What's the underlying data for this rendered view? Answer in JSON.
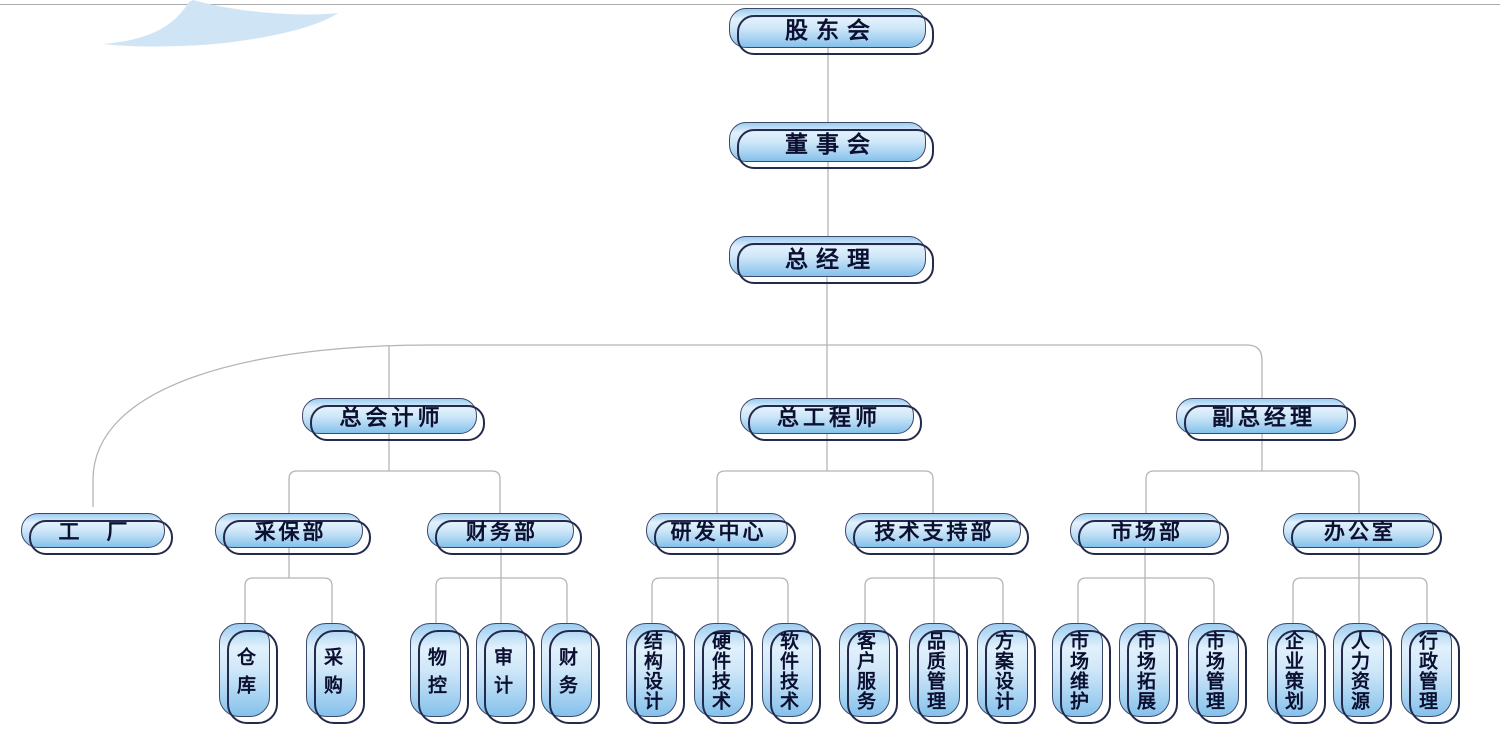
{
  "page": {
    "background": "#ffffff",
    "top_rule_color": "#ababab"
  },
  "decor": {
    "swoosh_color": "#cfe5f6"
  },
  "style": {
    "box_gradient_top": "#9ecdf0",
    "box_gradient_light": "#e1f1fc",
    "box_gradient_bottom": "#85c1eb",
    "box_border": "#3d486b",
    "box_shadow_outline": "#232a4b",
    "line_color": "#b5b5b5",
    "text_color": "#0c1030"
  },
  "nodes": {
    "shareholders": "股东会",
    "board": "董事会",
    "gm": "总经理",
    "chief_accountant": "总会计师",
    "chief_engineer": "总工程师",
    "deputy_gm": "副总经理",
    "factory": "工　厂",
    "caibao_dept": "采保部",
    "finance_dept": "财务部",
    "rd_center": "研发中心",
    "tech_support_dept": "技术支持部",
    "market_dept": "市场部",
    "office": "办公室",
    "warehouse": "仓库",
    "purchasing": "采购",
    "material_control": "物控",
    "audit": "审计",
    "finance": "财务",
    "structural_design": "结构设计",
    "hardware_tech": "硬件技术",
    "software_tech": "软件技术",
    "customer_service": "客户服务",
    "quality_mgmt": "品质管理",
    "solution_design": "方案设计",
    "market_maintenance": "市场维护",
    "market_expansion": "市场拓展",
    "market_mgmt": "市场管理",
    "corporate_planning": "企业策划",
    "human_resources": "人力资源",
    "admin_mgmt": "行政管理"
  },
  "hierarchy": {
    "shareholders": [
      "board"
    ],
    "board": [
      "gm"
    ],
    "gm": [
      "factory",
      "chief_accountant",
      "chief_engineer",
      "deputy_gm"
    ],
    "chief_accountant": [
      "caibao_dept",
      "finance_dept"
    ],
    "chief_engineer": [
      "rd_center",
      "tech_support_dept"
    ],
    "deputy_gm": [
      "market_dept",
      "office"
    ],
    "caibao_dept": [
      "warehouse",
      "purchasing"
    ],
    "finance_dept": [
      "material_control",
      "audit",
      "finance"
    ],
    "rd_center": [
      "structural_design",
      "hardware_tech",
      "software_tech"
    ],
    "tech_support_dept": [
      "customer_service",
      "quality_mgmt",
      "solution_design"
    ],
    "market_dept": [
      "market_maintenance",
      "market_expansion",
      "market_mgmt"
    ],
    "office": [
      "corporate_planning",
      "human_resources",
      "admin_mgmt"
    ]
  }
}
